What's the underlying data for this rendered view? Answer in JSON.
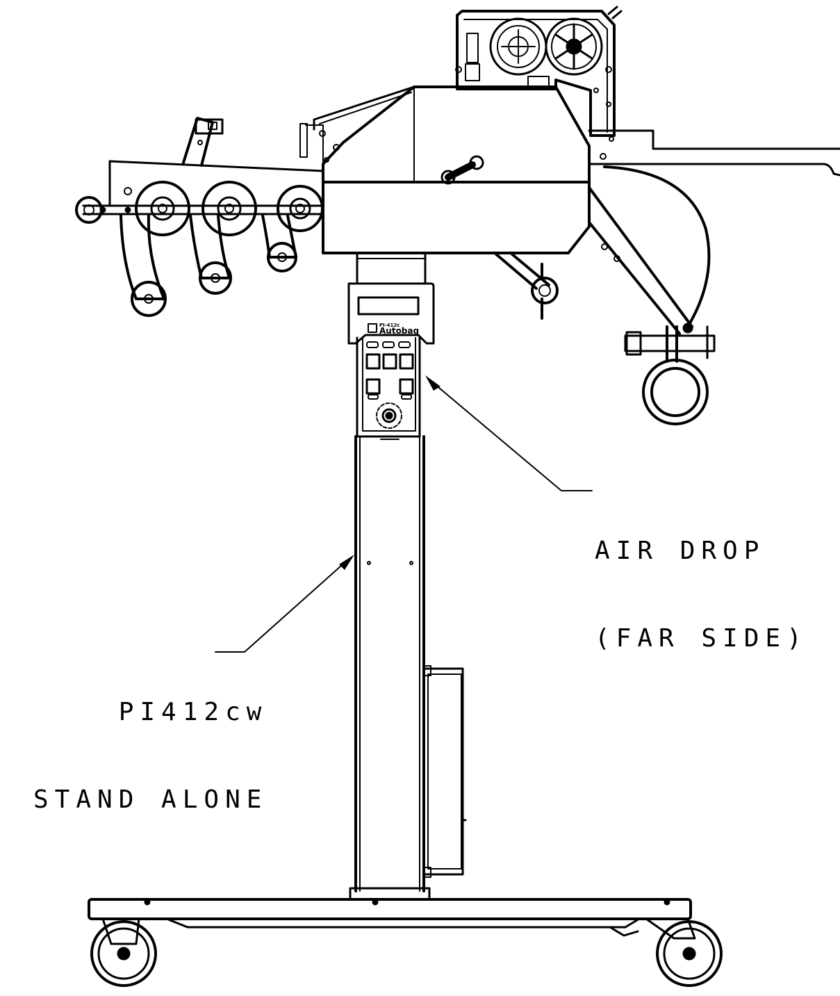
{
  "labels": {
    "air_drop_line1": "AIR DROP",
    "air_drop_line2": "(FAR SIDE)",
    "stand_line1": "PI412cw",
    "stand_line2": "STAND ALONE"
  },
  "panel": {
    "model": "PI-412c",
    "brand": "Autobag"
  },
  "colors": {
    "ink": "#000000",
    "paper": "#ffffff"
  }
}
